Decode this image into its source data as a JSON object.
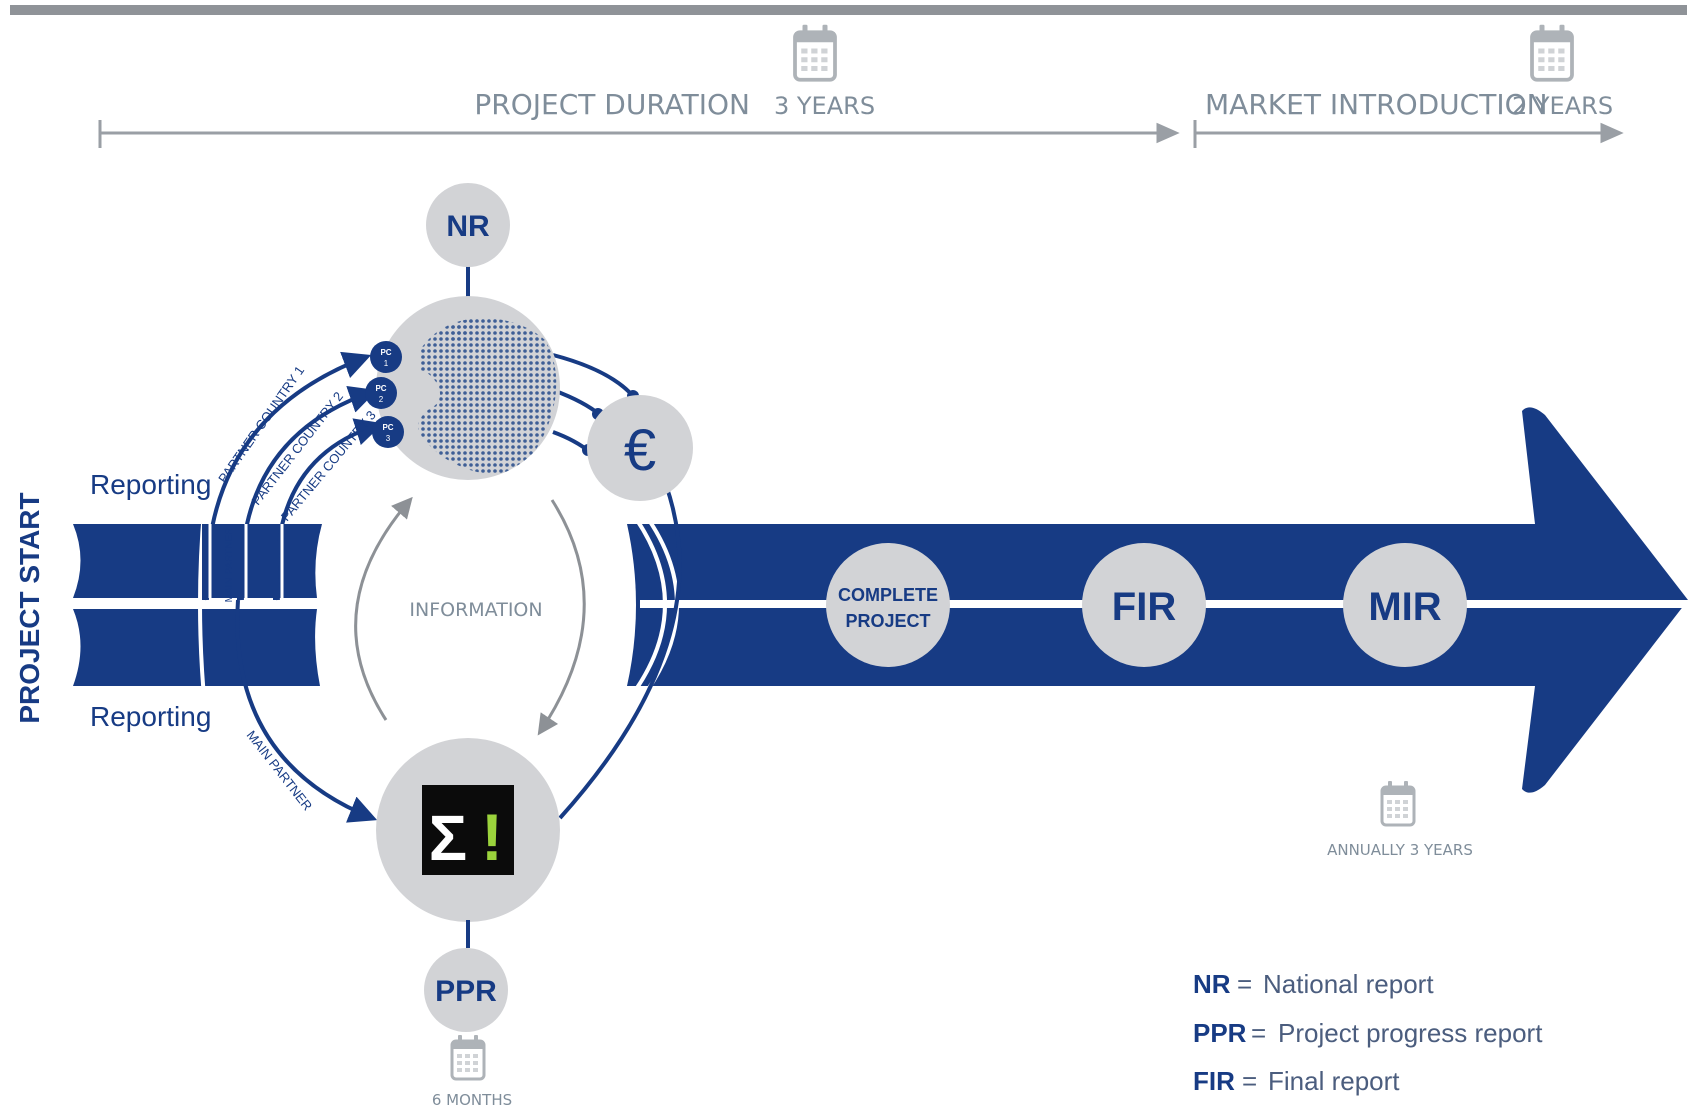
{
  "timeline": {
    "project_duration_label": "PROJECT DURATION",
    "project_duration_value": "3 YEARS",
    "market_intro_label": "MARKET INTRODUCTION",
    "market_intro_value": "2 YEARS"
  },
  "sidebar": {
    "project_start": "PROJECT START"
  },
  "cycle": {
    "reporting_top": "Reporting",
    "reporting_bottom": "Reporting",
    "information": "INFORMATION",
    "partner_country_1": "PARTNER COUNTRY 1",
    "partner_country_2": "PARTNER COUNTRY 2",
    "partner_country_3": "PARTNER COUNTRY 3",
    "main_partner_vertical": "MAIN PARTNER",
    "main_partner_diagonal": "MAIN PARTNER",
    "pc_badges": [
      {
        "line1": "PC",
        "line2": "1"
      },
      {
        "line1": "PC",
        "line2": "2"
      },
      {
        "line1": "PC",
        "line2": "3"
      }
    ],
    "euro_symbol": "€",
    "eureka_logo_sigma": "Σ",
    "eureka_logo_bang": "!"
  },
  "nodes": {
    "nr": "NR",
    "ppr": "PPR",
    "complete_line1": "COMPLETE",
    "complete_line2": "PROJECT",
    "fir": "FIR",
    "mir": "MIR"
  },
  "schedules": {
    "ppr_interval": "6 MONTHS",
    "mir_interval": "ANNUALLY 3 YEARS"
  },
  "legend": [
    {
      "abbr": "NR",
      "equals": "=",
      "text": "National report"
    },
    {
      "abbr": "PPR",
      "equals": "=",
      "text": "Project progress report"
    },
    {
      "abbr": "FIR",
      "equals": "=",
      "text": "Final report"
    }
  ],
  "colors": {
    "navy": "#173b84",
    "grey_circle": "#d2d3d6",
    "timeline_grey": "#9a9fa5",
    "logo_green": "#9bd33c"
  },
  "icons": [
    "calendar-icon",
    "euro-icon",
    "europe-map-icon",
    "eureka-logo-icon"
  ]
}
